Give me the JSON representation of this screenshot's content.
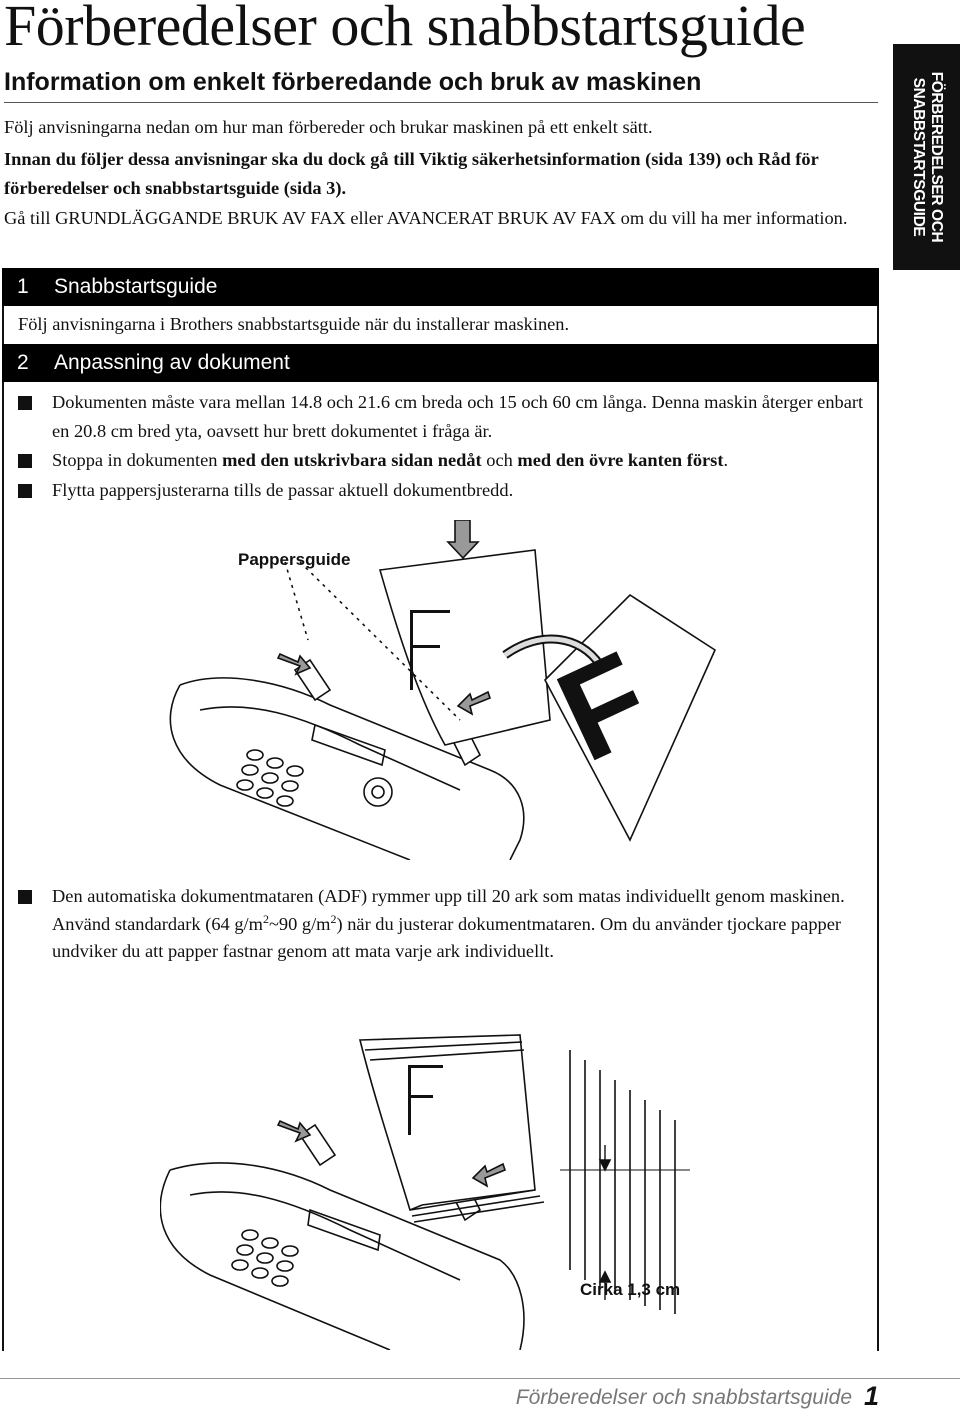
{
  "page": {
    "title": "Förberedelser och snabbstartsguide",
    "subtitle": "Information om enkelt förberedande och bruk av maskinen",
    "side_tab": "FÖRBEREDELSER OCH SNABBSTARTSGUIDE"
  },
  "intro": {
    "line1": "Följ anvisningarna nedan om hur man förbereder och brukar maskinen på ett enkelt sätt.",
    "line2": "Innan du följer dessa anvisningar ska du dock gå till Viktig säkerhetsinformation (sida 139) och Råd för förberedelser och snabbstartsguide (sida 3).",
    "line3": "Gå till GRUNDLÄGGANDE BRUK AV FAX eller AVANCERAT BRUK AV FAX om du vill ha mer information."
  },
  "section1": {
    "number": "1",
    "title": "Snabbstartsguide",
    "text": "Följ anvisningarna i Brothers snabbstartsguide när du installerar maskinen."
  },
  "section2": {
    "number": "2",
    "title": "Anpassning av dokument",
    "bullets": {
      "b1": "Dokumenten måste vara mellan 14.8 och 21.6 cm breda och 15 och 60 cm långa. Denna maskin återger enbart en 20.8 cm bred yta, oavsett hur brett dokumentet i fråga är.",
      "b2_pre": "Stoppa in dokumenten ",
      "b2_bold1": "med den utskrivbara sidan nedåt",
      "b2_mid": " och ",
      "b2_bold2": "med den övre kanten först",
      "b2_post": ".",
      "b3": "Flytta pappersjusterarna tills de passar aktuell dokumentbredd."
    },
    "adf": {
      "pre": "Den automatiska dokumentmataren (ADF) rymmer upp till 20 ark som matas individuellt genom maskinen. Använd standardark (64 g/m",
      "sup1": "2",
      "mid": "~90 g/m",
      "sup2": "2",
      "post": ") när du justerar dokumentmataren. Om du använder tjockare papper undviker du att papper fastnar genom att mata varje ark individuellt."
    }
  },
  "figure1": {
    "label": "Pappersguide",
    "sheet_letter": "F"
  },
  "figure2": {
    "label": "Cirka 1,3 cm"
  },
  "footer": {
    "text": "Förberedelser och snabbstartsguide",
    "page_number": "1"
  }
}
